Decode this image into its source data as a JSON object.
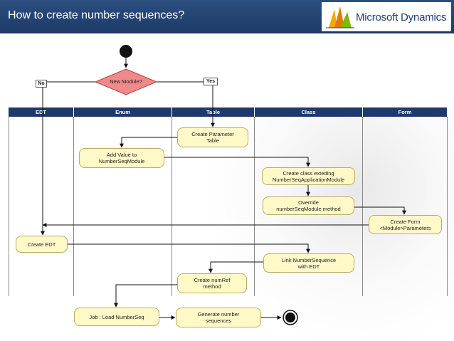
{
  "header": {
    "title": "How to create number sequences?",
    "logo_text": "Microsoft Dynamics"
  },
  "decision": {
    "label": "New Module?",
    "no_label": "No",
    "yes_label": "Yes"
  },
  "lanes": [
    "EDT",
    "Enum",
    "Table",
    "Class",
    "Form"
  ],
  "nodes": {
    "create_parameter_table": "Create Parameter\nTable",
    "add_value_to_numberseqmodule": "Add Value to\nNumberSeqModule",
    "create_class_extending": "Create class exteding\nNumberSeqApplicationModule",
    "override_method": "Override\nnumberSeqModule method",
    "create_form": "Create Form\n<Module>Parameters",
    "create_edt": "Create EDT",
    "link_numbersequence": "Link NumberSequence\nwith EDT",
    "create_numref_method": "Create numRef\nmethod",
    "job_load_numberseq": "Job : Load NumberSeq",
    "generate_number_sequences": "Generate number\nsequences"
  },
  "colors": {
    "header_bg": "#1d3a66",
    "lane_header_bg": "#1f3a6a",
    "node_fill": "#fff9c8",
    "node_border": "#b9ac60",
    "decision_fill": "#f08a8a",
    "start_end": "#111111"
  }
}
